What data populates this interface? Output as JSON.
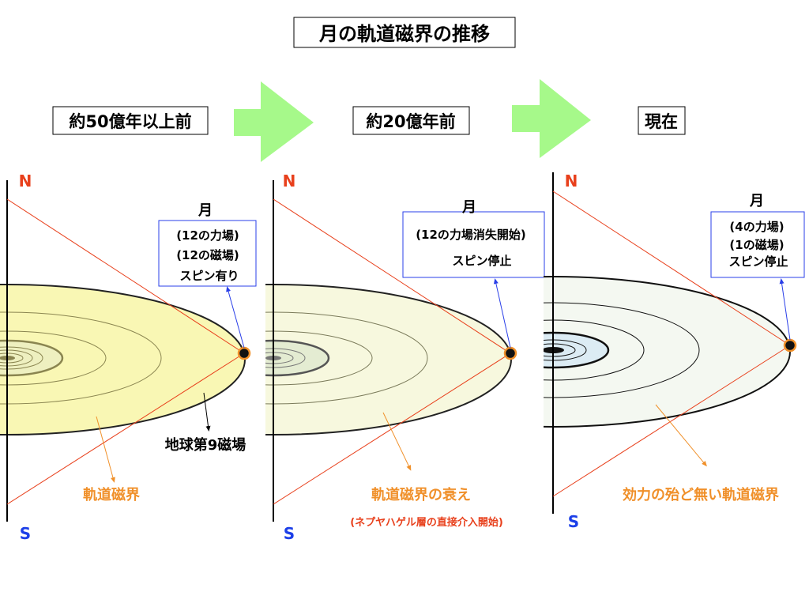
{
  "title": "月の軌道磁界の推移",
  "colors": {
    "north": "#e8401c",
    "south": "#1c3fe8",
    "orange": "#f0902a",
    "arrow_green": "#a6f98a",
    "callout_blue": "#2a3fe8"
  },
  "panels": [
    {
      "era": "約50億年以上前",
      "north": "N",
      "south": "S",
      "moon": "月",
      "callout": [
        "(12の力場)",
        "(12の磁場)",
        "スピン有り"
      ],
      "field_label": "軌道磁界",
      "earth_label": "地球第9磁場",
      "fill": "#f9f7b4"
    },
    {
      "era": "約20億年前",
      "north": "N",
      "south": "S",
      "moon": "月",
      "callout": [
        "(12の力場消失開始)",
        "スピン停止"
      ],
      "field_label": "軌道磁界の衰え",
      "note": "(ネプヤハゲル層の直接介入開始)",
      "fill": "#f7f8de"
    },
    {
      "era": "現在",
      "north": "N",
      "south": "S",
      "moon": "月",
      "callout": [
        "(4の力場)",
        "(1の磁場)",
        "スピン停止"
      ],
      "field_label": "効力の殆ど無い軌道磁界",
      "fill": "#f4f8f1"
    }
  ]
}
